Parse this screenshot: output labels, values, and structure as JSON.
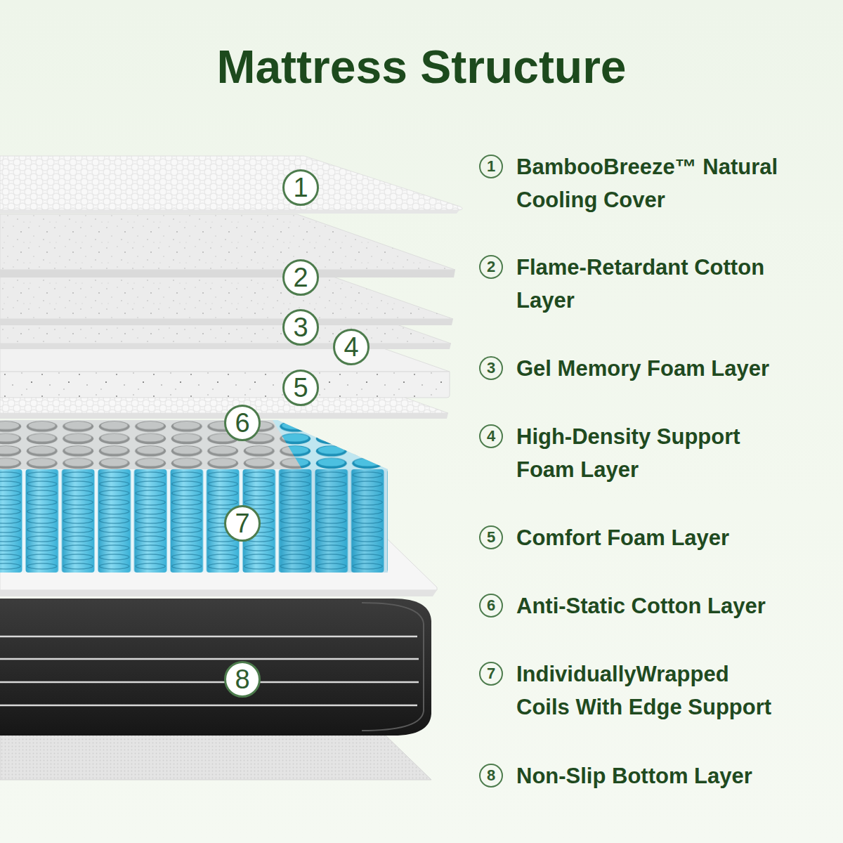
{
  "diagram": {
    "title": "Mattress Structure",
    "nodes": [
      {
        "text": [
          "1"
        ]
      },
      {
        "text": [
          "2"
        ]
      },
      {
        "text": [
          "3"
        ]
      },
      {
        "text": [
          "4"
        ]
      },
      {
        "text": [
          "5"
        ]
      },
      {
        "text": [
          "6"
        ]
      },
      {
        "text": [
          "7"
        ]
      },
      {
        "text": [
          "8"
        ]
      },
      {
        "text": [
          "1"
        ]
      },
      {
        "text": [
          "2"
        ]
      },
      {
        "text": [
          "3"
        ]
      },
      {
        "text": [
          "4"
        ]
      },
      {
        "text": [
          "5"
        ]
      },
      {
        "text": [
          "6"
        ]
      },
      {
        "text": [
          "7"
        ]
      },
      {
        "text": [
          "8"
        ]
      }
    ],
    "labels": [
      "BambooBreeze™ Natural Cooling Cover",
      "Flame-Retardant Cotton Layer",
      "Gel Memory Foam Layer",
      "High-Density Support Foam Layer",
      "Comfort Foam Layer",
      "Anti-Static Cotton Layer",
      "IndividuallyWrapped Coils With Edge Support",
      "Non-Slip Bottom Layer"
    ]
  }
}
